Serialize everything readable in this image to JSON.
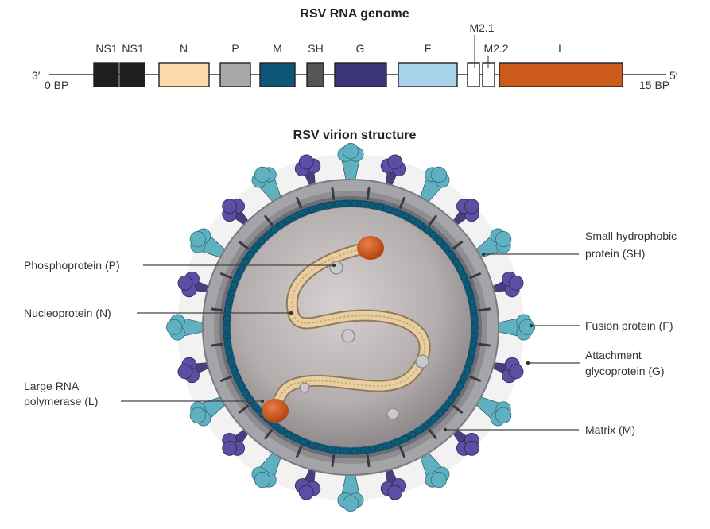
{
  "genome": {
    "title": "RSV RNA genome",
    "end_left": "3′",
    "end_right": "5′",
    "bp_start": "0 BP",
    "bp_end": "15 BP",
    "genes": [
      {
        "label": "NS1",
        "color": "#1e1e1e"
      },
      {
        "label": "NS1",
        "color": "#1e1e1e"
      },
      {
        "label": "N",
        "color": "#fcd9a8"
      },
      {
        "label": "P",
        "color": "#a8a8aa"
      },
      {
        "label": "M",
        "color": "#0e5678"
      },
      {
        "label": "SH",
        "color": "#555555"
      },
      {
        "label": "G",
        "color": "#3b3575"
      },
      {
        "label": "F",
        "color": "#a7d2ea"
      },
      {
        "label": "M2.1",
        "color": "#ffffff"
      },
      {
        "label": "M2.2",
        "color": "#ffffff"
      },
      {
        "label": "L",
        "color": "#cc5a1c"
      }
    ]
  },
  "virion": {
    "title": "RSV virion structure",
    "labels": {
      "phosphoprotein": "Phosphoprotein (P)",
      "nucleoprotein": "Nucleoprotein (N)",
      "polymerase_line1": "Large RNA",
      "polymerase_line2": "polymerase (L)",
      "sh_line1": "Small hydrophobic",
      "sh_line2": "protein (SH)",
      "fusion": "Fusion protein (F)",
      "attachment_line1": "Attachment",
      "attachment_line2": "glycoprotein (G)",
      "matrix": "Matrix (M)"
    },
    "colors": {
      "fusion_protein": "#5fb1c2",
      "attachment_protein": "#5a4fa0",
      "matrix": "#0e5a78",
      "envelope": "#8e8e93",
      "interior": "#b7b2b2",
      "nucleocapsid": "#e6c99a",
      "polymerase": "#c9531c"
    }
  }
}
